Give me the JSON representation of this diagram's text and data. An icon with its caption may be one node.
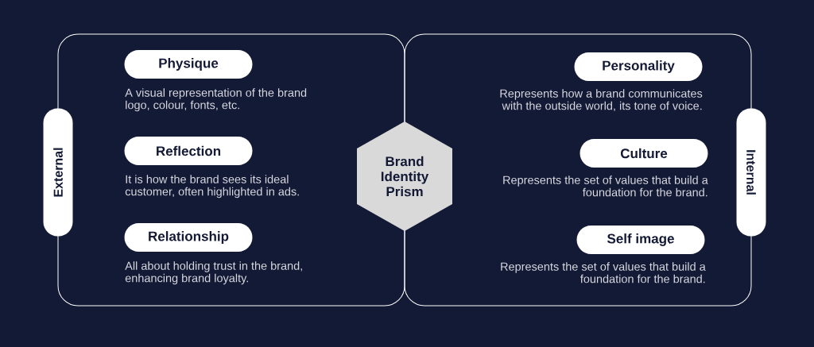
{
  "diagram": {
    "nodes": [
      {
        "text": [],
        "shape": "box"
      },
      {
        "text": [],
        "shape": "box"
      },
      {
        "text": [
          "External"
        ]
      },
      {
        "text": [
          "Physique"
        ],
        "in": 0,
        "beside": [
          "A visual representation of the brand logo, colour, fonts, etc."
        ]
      },
      {
        "text": [
          "Reflection"
        ],
        "in": 0,
        "beside": [
          "It is how the brand sees its ideal customer, often highlighted in ads."
        ]
      },
      {
        "text": [
          "Relationship"
        ],
        "in": 0,
        "beside": [
          "All about holding trust in the brand, enhancing brand loyalty."
        ]
      },
      {
        "text": [
          "Brand Identity Prism"
        ]
      },
      {
        "text": [
          "Personality"
        ],
        "in": 1,
        "beside": [
          "Represents how a brand communicates with the outside world, its tone of voice."
        ]
      },
      {
        "text": [
          "Culture"
        ],
        "in": 1,
        "beside": [
          "Represents the set of values that build a foundation for the brand."
        ]
      },
      {
        "text": [
          "Self image"
        ],
        "in": 1,
        "beside": [
          "Represents the set of values that build a foundation for the brand."
        ]
      },
      {
        "text": [
          "Internal"
        ]
      }
    ],
    "edges": []
  }
}
